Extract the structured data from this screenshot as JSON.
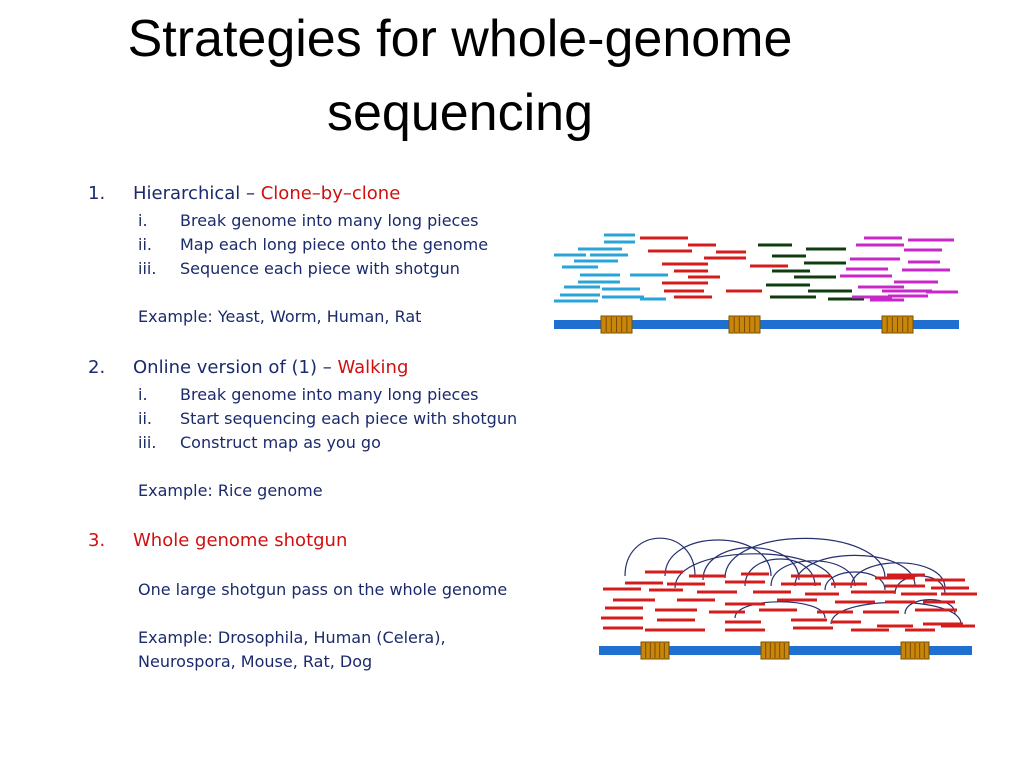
{
  "slide": {
    "title_line1": "Strategies for whole-genome",
    "title_line2": "sequencing"
  },
  "strategies": [
    {
      "number": "1.",
      "label": "Hierarchical – ",
      "highlight": "Clone–by–clone",
      "steps": [
        {
          "num": "i.",
          "text": "Break genome into many long pieces"
        },
        {
          "num": "ii.",
          "text": "Map each long piece onto the genome"
        },
        {
          "num": "iii.",
          "text": "Sequence each piece with shotgun"
        }
      ],
      "example": "Example: Yeast, Worm, Human, Rat"
    },
    {
      "number": "2.",
      "label": "Online version of (1) – ",
      "highlight": "Walking",
      "steps": [
        {
          "num": "i.",
          "text": "Break genome into many long pieces"
        },
        {
          "num": "ii.",
          "text": "Start sequencing each piece with shotgun"
        },
        {
          "num": "iii.",
          "text": "Construct map as you go"
        }
      ],
      "example": "Example: Rice genome"
    },
    {
      "number": "3.",
      "label": "Whole genome shotgun",
      "description": "One large shotgun pass on the whole genome",
      "example_line1": "Example: Drosophila, Human (Celera),",
      "example_line2": "Neurospora, Mouse, Rat, Dog"
    }
  ],
  "colors": {
    "genome_bar": "#1f6fd0",
    "clone_marker": "#c8860a",
    "reads_cyan": "#28a4d8",
    "reads_red": "#d41c1c",
    "reads_dark_green": "#0f3d0f",
    "reads_magenta": "#c828c8",
    "arcs": "#26306e",
    "highlight_text": "#d01010"
  }
}
